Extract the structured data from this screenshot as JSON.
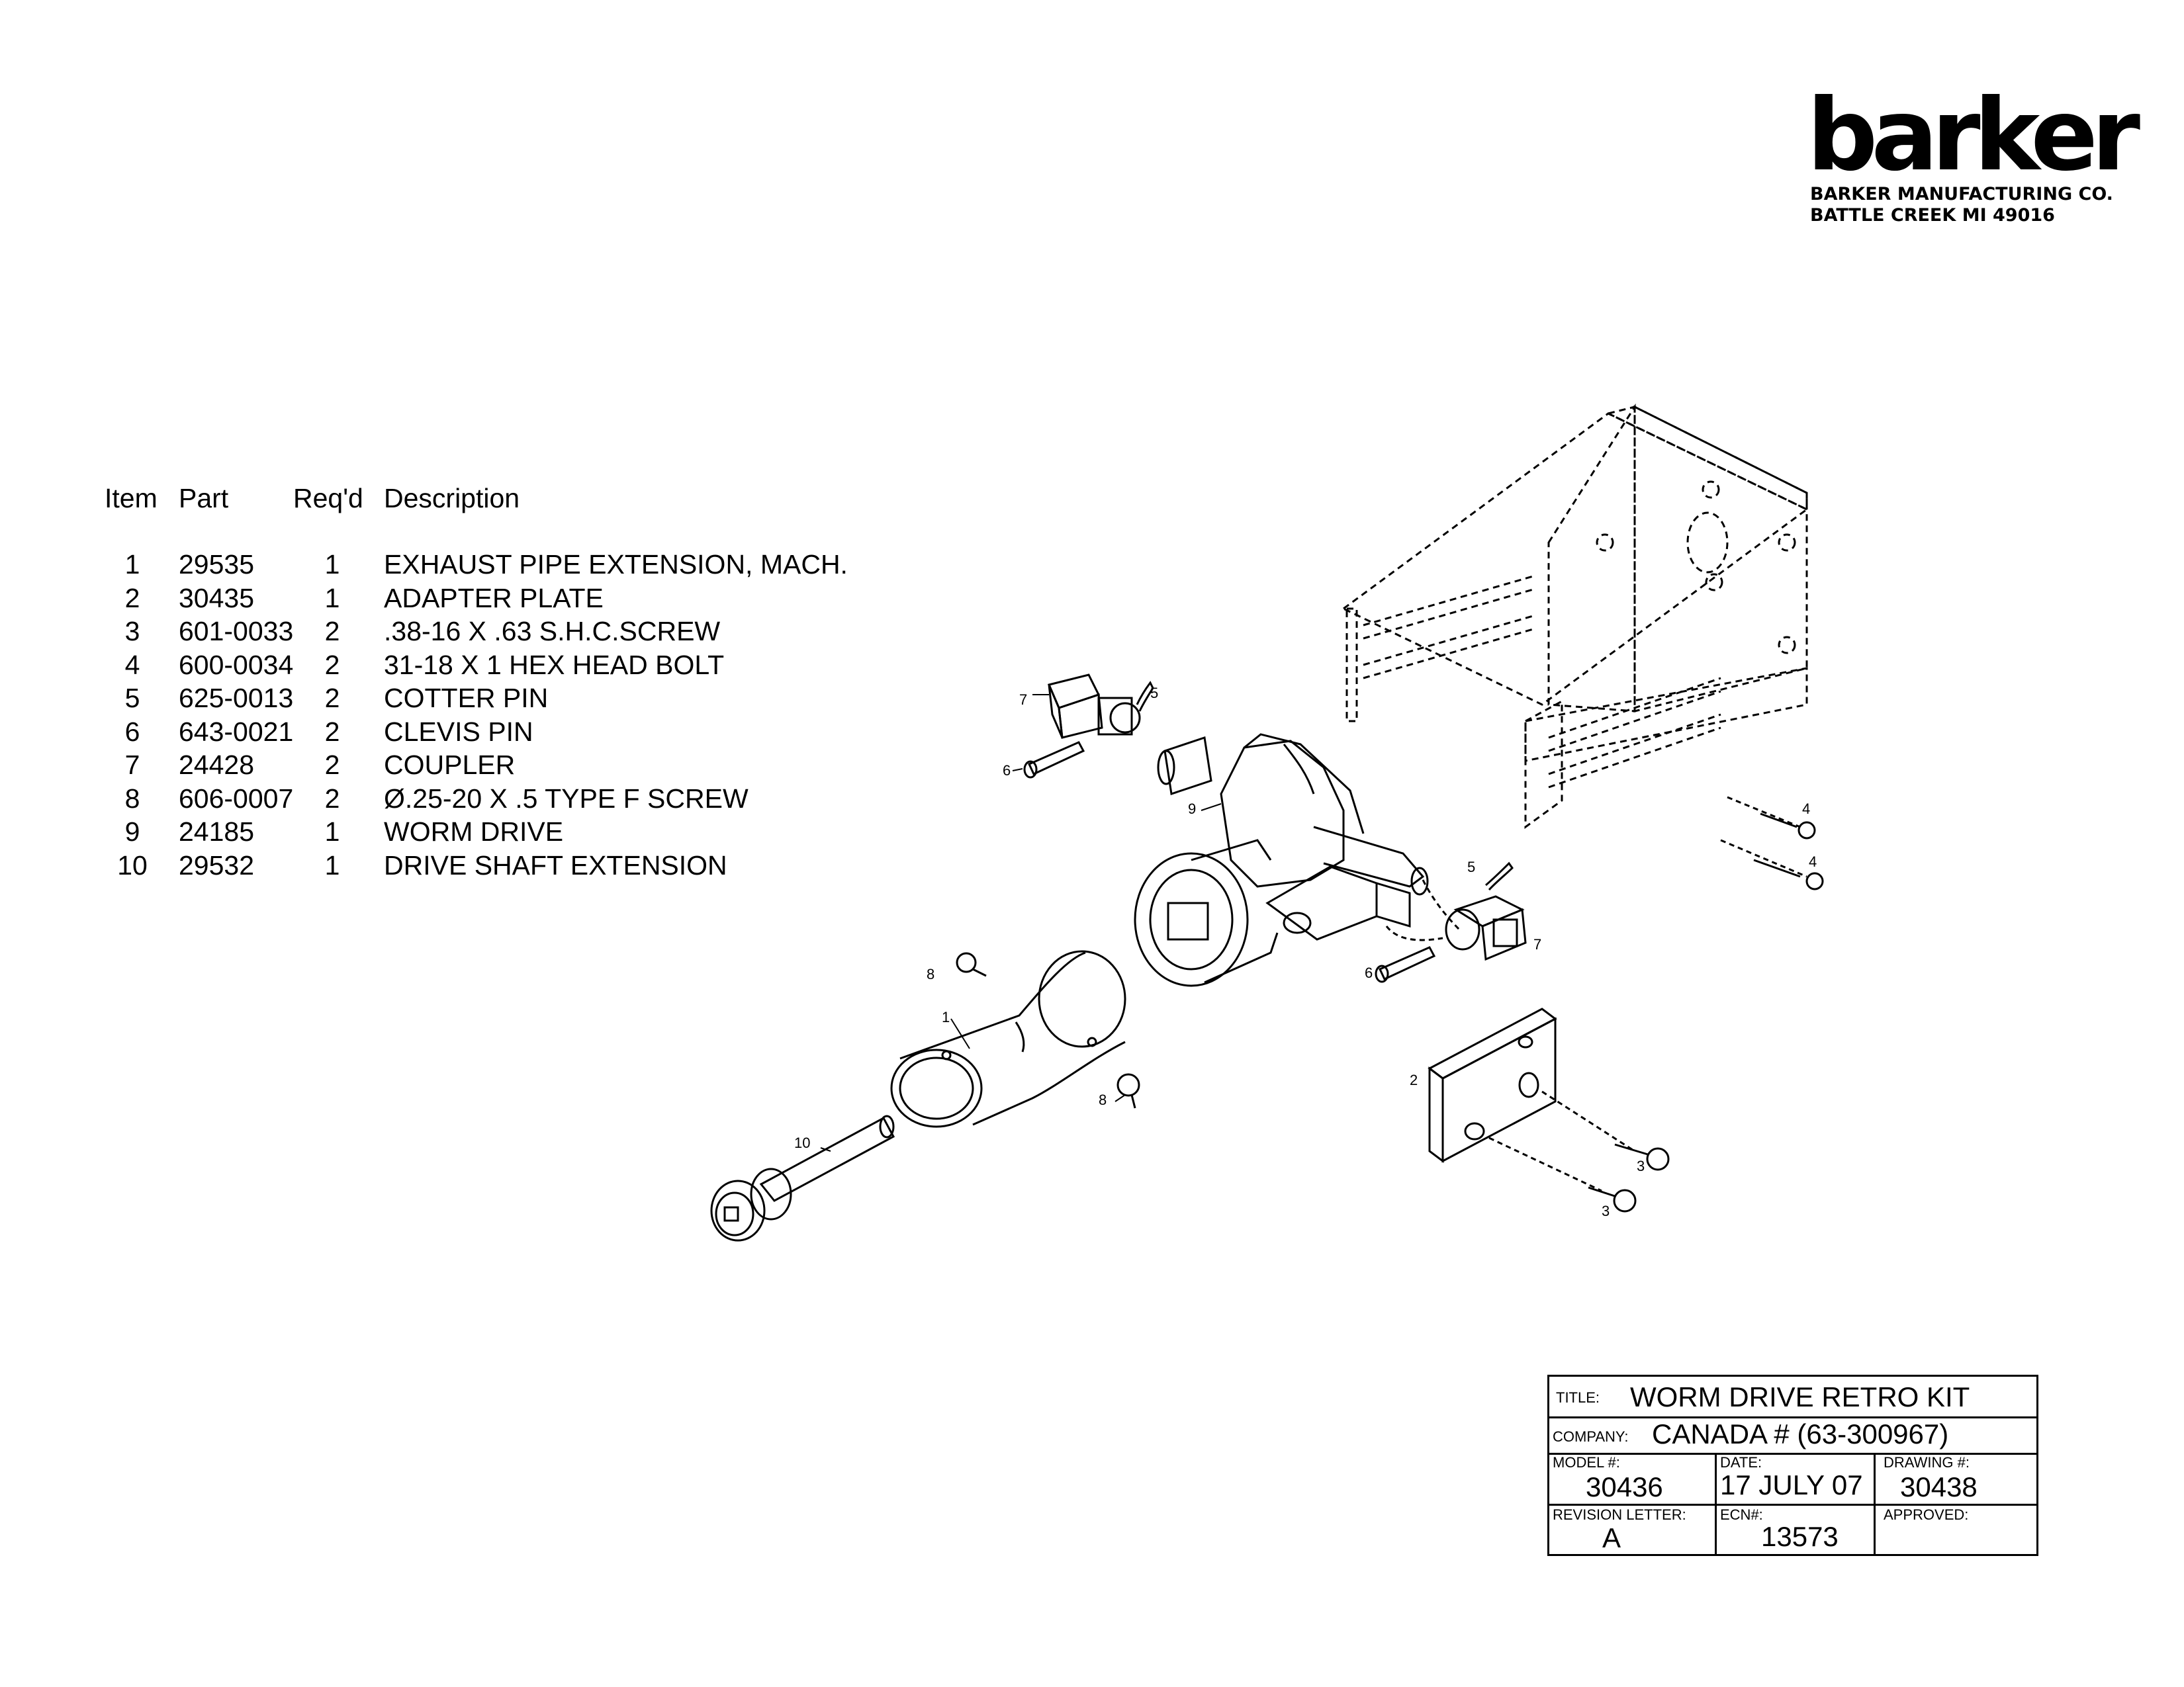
{
  "header": {
    "logo_text": "barker",
    "company_line1": "BARKER MANUFACTURING CO.",
    "company_line2": "BATTLE CREEK  MI  49016"
  },
  "parts_list": {
    "headers": {
      "item": "Item",
      "part": "Part",
      "reqd": "Req'd",
      "description": "Description"
    },
    "rows": [
      {
        "item": "1",
        "part": "29535",
        "reqd": "1",
        "description": "EXHAUST PIPE EXTENSION, MACH."
      },
      {
        "item": "2",
        "part": "30435",
        "reqd": "1",
        "description": "ADAPTER PLATE"
      },
      {
        "item": "3",
        "part": "601-0033",
        "reqd": "2",
        "description": ".38-16 X .63 S.H.C.SCREW"
      },
      {
        "item": "4",
        "part": "600-0034",
        "reqd": "2",
        "description": "31-18 X 1 HEX HEAD BOLT"
      },
      {
        "item": "5",
        "part": "625-0013",
        "reqd": "2",
        "description": "COTTER PIN"
      },
      {
        "item": "6",
        "part": "643-0021",
        "reqd": "2",
        "description": "CLEVIS PIN"
      },
      {
        "item": "7",
        "part": "24428",
        "reqd": "2",
        "description": "COUPLER"
      },
      {
        "item": "8",
        "part": "606-0007",
        "reqd": "2",
        "description": "Ø.25-20 X .5 TYPE F SCREW"
      },
      {
        "item": "9",
        "part": "24185",
        "reqd": "1",
        "description": "WORM DRIVE"
      },
      {
        "item": "10",
        "part": "29532",
        "reqd": "1",
        "description": "DRIVE SHAFT EXTENSION"
      }
    ]
  },
  "drawing": {
    "callouts": [
      "7",
      "5",
      "6",
      "9",
      "4",
      "4",
      "5",
      "7",
      "6",
      "8",
      "1",
      "8",
      "2",
      "10",
      "3",
      "3"
    ]
  },
  "title_block": {
    "title_label": "TITLE:",
    "title_value": "WORM DRIVE RETRO KIT",
    "company_label": "COMPANY:",
    "company_value": "CANADA # (63-300967)",
    "model_label": "MODEL #:",
    "model_value": "30436",
    "date_label": "DATE:",
    "date_value": "17 JULY 07",
    "drawing_label": "DRAWING #:",
    "drawing_value": "30438",
    "revision_label": "REVISION LETTER:",
    "revision_value": "A",
    "ecn_label": "ECN#:",
    "ecn_value": "13573",
    "approved_label": "APPROVED:",
    "approved_value": ""
  }
}
